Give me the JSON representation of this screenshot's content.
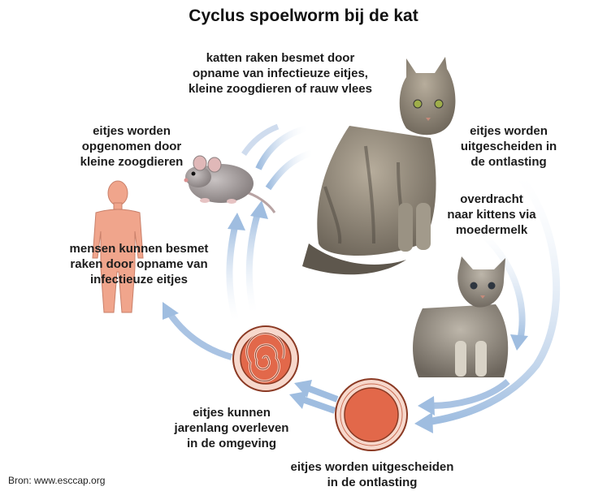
{
  "title": "Cyclus spoelworm bij de kat",
  "source": "Bron: www.esccap.org",
  "labels": {
    "cat_infection": "katten raken besmet door\nopname van infectieuze eitjes,\nkleine zoogdieren of rauw vlees",
    "excreted_top": "eitjes worden\nuitgescheiden in\nde ontlasting",
    "kittens": "overdracht\nnaar kittens via\nmoedermelk",
    "excreted_bottom": "eitjes worden uitgescheiden\nin de ontlasting",
    "survive": "eitjes kunnen\njarenlang overleven\nin de omgeving",
    "rodents": "eitjes worden\nopgenomen door\nkleine zoogdieren",
    "humans": "mensen kunnen besmet\nraken door opname van\ninfectieuze eitjes"
  },
  "colors": {
    "arrow": "#9fbde0",
    "egg_fill": "#e2684a",
    "egg_ring": "#f7d8cc",
    "human": "#f0a58c",
    "cat_fur": "#8a8275",
    "mouse_fur": "#9a9494"
  },
  "icons": [
    "cat-image",
    "kitten-image",
    "mouse-image",
    "human-silhouette-icon",
    "egg-embryonated-icon",
    "egg-unembryonated-icon"
  ]
}
